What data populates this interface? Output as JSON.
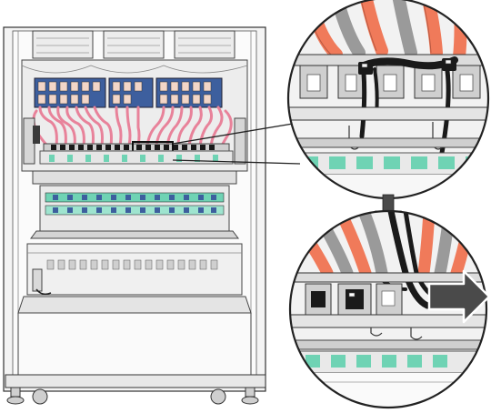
{
  "figure": {
    "panels": [
      {
        "id": "cabinet-overview",
        "label": ""
      },
      {
        "id": "detail-upper",
        "label": ""
      },
      {
        "id": "detail-lower",
        "label": ""
      }
    ],
    "callout_arrows": [
      "zoom-callout",
      "step-arrow",
      "removal-arrow"
    ],
    "icons": [
      "down-arrow-icon",
      "right-arrow-icon"
    ],
    "colors": {
      "line": "#333333",
      "cable_pink": "#e8829a",
      "cable_orange": "#f07a5a",
      "cable_gray": "#9a9a9a",
      "module_blue": "#3d5f9e",
      "module_green": "#6fd3b4",
      "connector_black": "#1a1a1a",
      "metal_light": "#dcdcdc",
      "metal_mid": "#b9b9b9",
      "arrow_fill": "#4a4a4a"
    }
  }
}
